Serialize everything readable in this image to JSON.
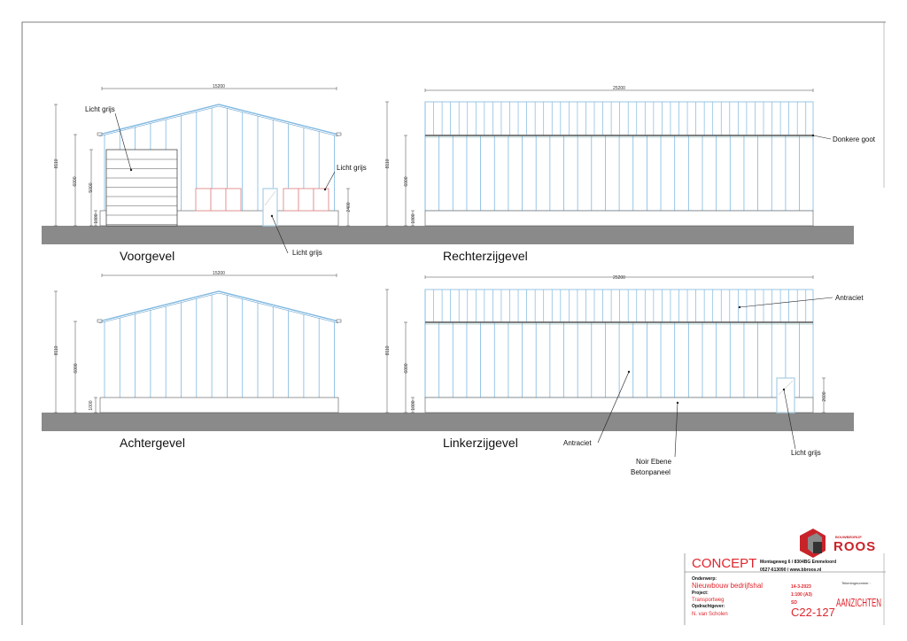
{
  "views": {
    "front": {
      "title": "Voorgevel",
      "width_dim": "15200",
      "dims": [
        "8110",
        "6000",
        "5000",
        "1000",
        "2400"
      ],
      "labels": [
        "Licht grijs",
        "Licht grijs",
        "Licht grijs"
      ]
    },
    "right": {
      "title": "Rechterzijgevel",
      "width_dim": "25200",
      "dims": [
        "8110",
        "6000",
        "1000"
      ],
      "labels": [
        "Donkere goot"
      ]
    },
    "back": {
      "title": "Achtergevel",
      "width_dim": "15200",
      "dims": [
        "8110",
        "6000",
        "1000"
      ]
    },
    "left": {
      "title": "Linkerzijgevel",
      "width_dim": "25200",
      "dims": [
        "8110",
        "6000",
        "1000",
        "2600"
      ],
      "labels": [
        "Antraciet",
        "Antraciet",
        "Noir Ebene",
        "Betonpaneel",
        "Licht grijs"
      ]
    }
  },
  "title_block": {
    "status": "CONCEPT",
    "company_logo": "BOUWBEDRIJF ROOS",
    "address": "Montageweg 6 / 8304BG Emmeloord",
    "contact": "0527-613090 / www.bbroos.nl",
    "subject_label": "Onderwerp:",
    "subject": "Nieuwbouw bedrijfshal",
    "project_label": "Project:",
    "project": "Transportweg",
    "client_label": "Opdrachtgever:",
    "client": "N. van Scholen",
    "date": "14-3-2023",
    "scale": "1:100 (A3)",
    "drawn_by": "SD",
    "drawing_no_label": "Tekeningnummer :",
    "project_no": "C22-127",
    "drawing_title": "AANZICHTEN"
  },
  "colors": {
    "panel": "#7fb8e0",
    "window": "#e08a8a",
    "ground": "#8a8a8a",
    "accent": "#e0252d"
  }
}
